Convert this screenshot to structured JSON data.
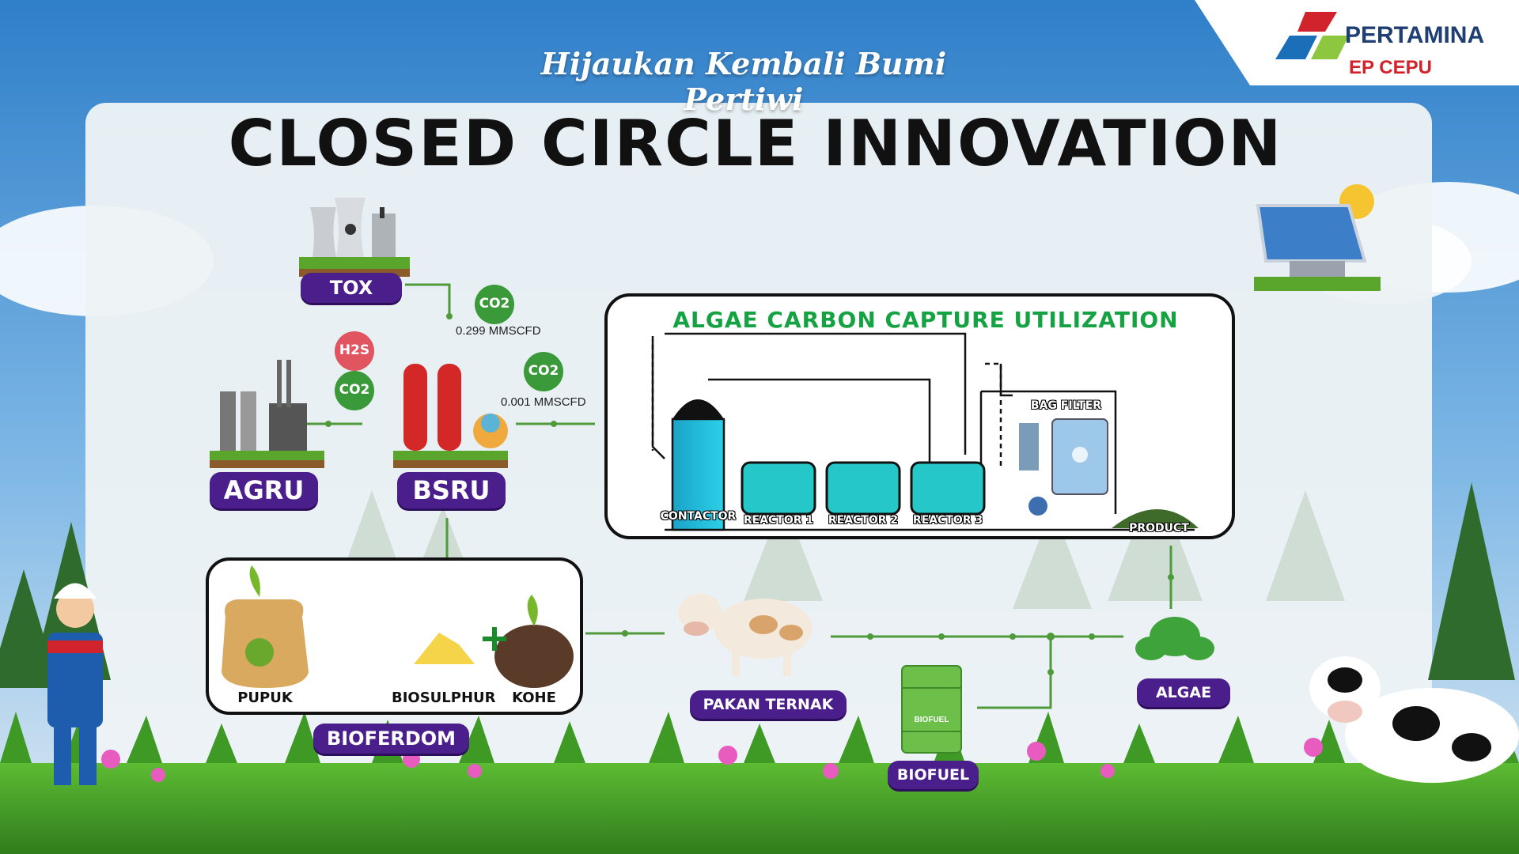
{
  "slogan": "Hijaukan Kembali Bumi Pertiwi",
  "title": "CLOSED CIRCLE INNOVATION",
  "brand": {
    "name": "PERTAMINA",
    "subtitle": "EP CEPU"
  },
  "nodes": {
    "tox": "TOX",
    "agru": "AGRU",
    "bsru": "BSRU",
    "bioferdom": "BIOFERDOM",
    "pakan_ternak": "PAKAN TERNAK",
    "biofuel": "BIOFUEL",
    "algae": "ALGAE"
  },
  "gases": {
    "h2s": "H2S",
    "co2": "CO2"
  },
  "flows": {
    "tox_co2": "0.299 MMSCFD",
    "bsru_co2": "0.001 MMSCFD"
  },
  "acc": {
    "title": "ALGAE CARBON CAPTURE UTILIZATION",
    "equipment": [
      "CONTACTOR",
      "REACTOR 1",
      "REACTOR 2",
      "REACTOR 3",
      "BAG FILTER",
      "PRODUCT"
    ]
  },
  "bioferdom_items": [
    "PUPUK",
    "BIOSULPHUR",
    "KOHE"
  ],
  "drum_label": "BIOFUEL",
  "colors": {
    "pill": "#4a1f8c",
    "accent_green": "#15a243",
    "sky": "#2f7fc9",
    "line": "#4f9a3a"
  }
}
